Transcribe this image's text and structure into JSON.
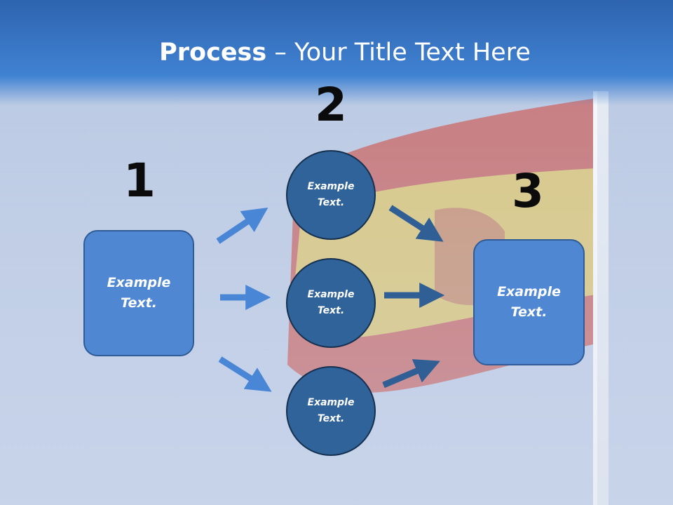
{
  "title": {
    "bold": "Process",
    "rest": " – Your Title Text Here"
  },
  "steps": [
    {
      "number": "1",
      "text": "Example Text."
    },
    {
      "number": "2",
      "items": [
        "Example Text.",
        "Example Text.",
        "Example Text."
      ]
    },
    {
      "number": "3",
      "text": "Example Text."
    }
  ],
  "colors": {
    "title_bar": "#3f7cc9",
    "box_fill": "#4f87d2",
    "circle_fill": "#2f6399",
    "arrow_light": "#4a86d6",
    "arrow_dark": "#2f5f95"
  }
}
